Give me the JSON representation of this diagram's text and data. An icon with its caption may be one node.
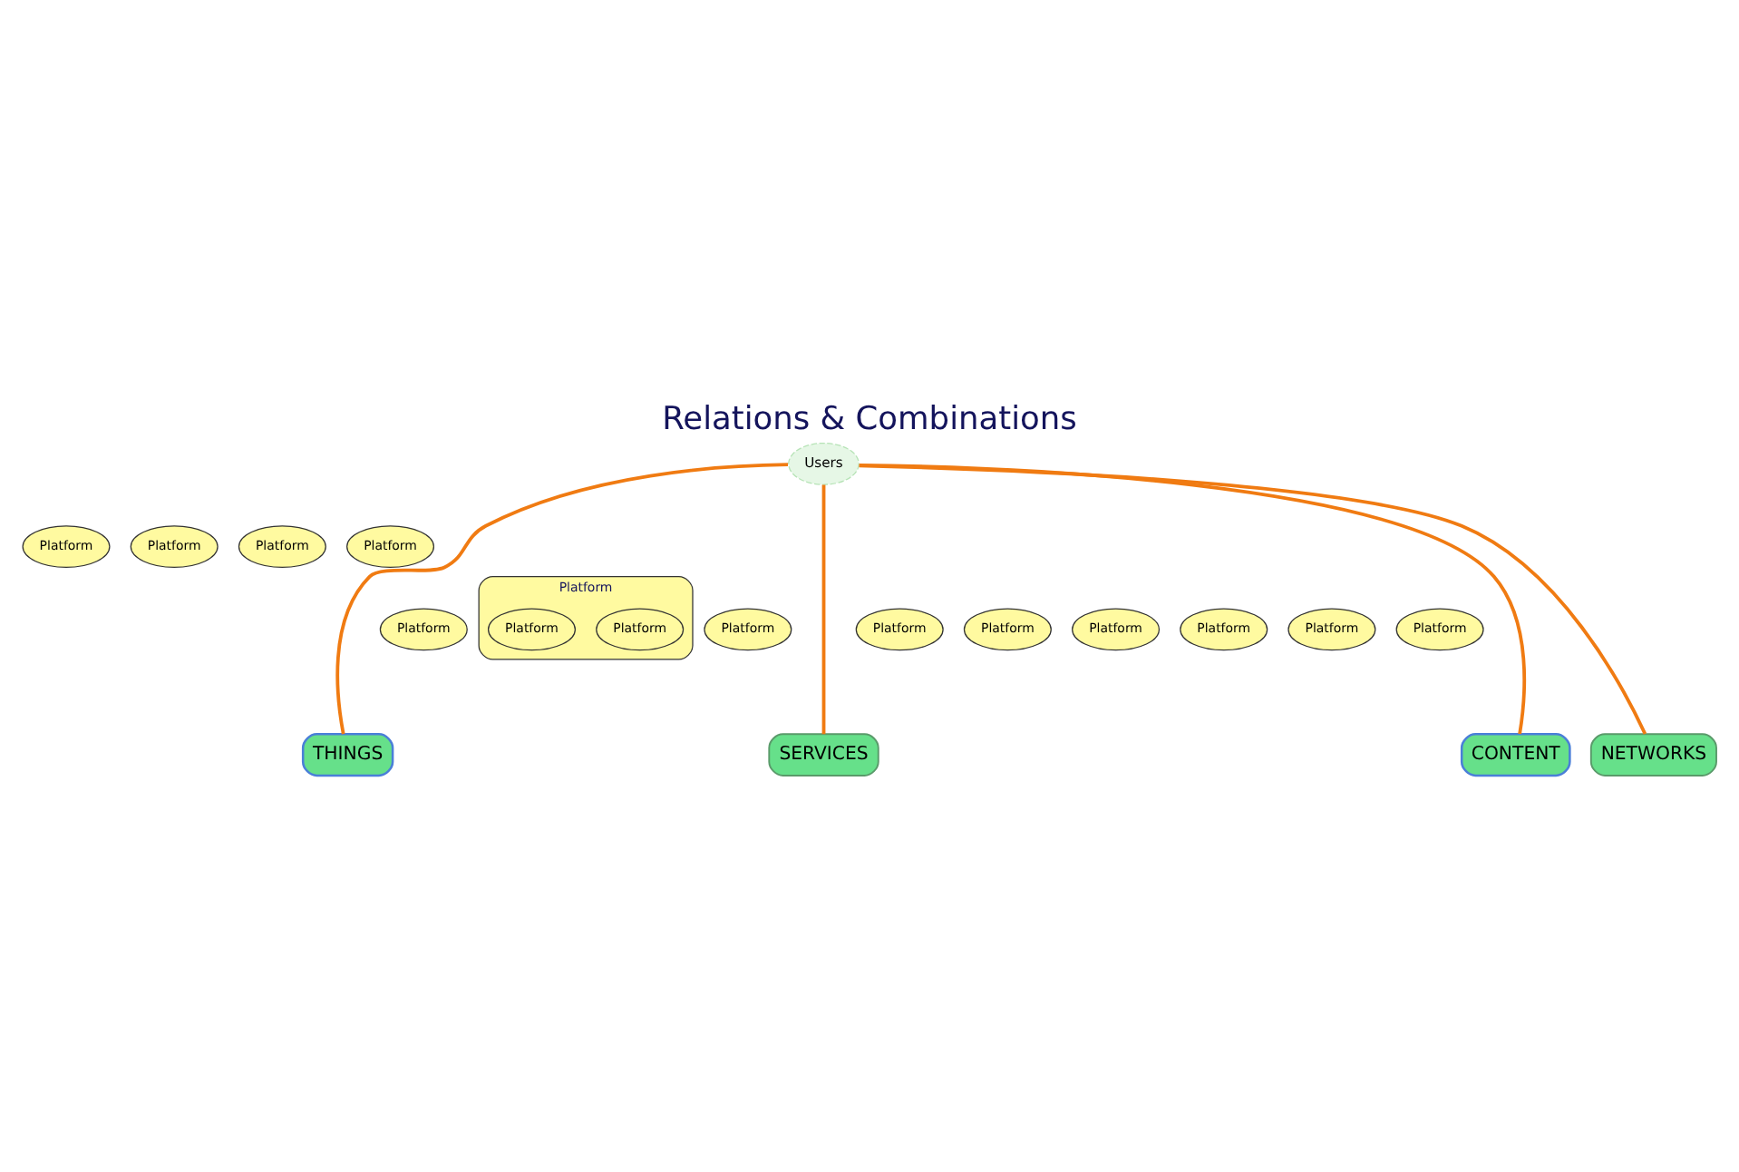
{
  "diagram": {
    "title": "Relations & Combinations",
    "nodes": [
      {
        "text": [
          "Users"
        ]
      },
      {
        "text": [
          "Platform"
        ]
      },
      {
        "text": [
          "Platform"
        ]
      },
      {
        "text": [
          "Platform"
        ]
      },
      {
        "text": [
          "Platform"
        ]
      },
      {
        "text": [
          "THINGS"
        ]
      },
      {
        "text": [
          "Platform"
        ]
      },
      {
        "text": [
          "Platform"
        ]
      },
      {
        "text": [
          "Platform"
        ],
        "in": 7
      },
      {
        "text": [
          "Platform"
        ]
      },
      {
        "text": [
          "SERVICES"
        ]
      },
      {
        "text": [
          "Platform"
        ]
      },
      {
        "text": [
          "Platform"
        ]
      },
      {
        "text": [
          "Platform"
        ],
        "in": 7
      },
      {
        "text": [
          "Platform"
        ]
      },
      {
        "text": [
          "Platform"
        ]
      },
      {
        "text": [
          "Platform"
        ]
      },
      {
        "text": [
          "Platform"
        ]
      },
      {
        "text": [
          "CONTENT"
        ]
      },
      {
        "text": [
          "NETWORKS"
        ]
      }
    ],
    "edges": [
      {
        "from": 0,
        "to": 10,
        "arrow": "none"
      },
      {
        "from": 0,
        "to": 19,
        "arrow": "none"
      },
      {
        "from": 0,
        "to": 5,
        "arrow": "none"
      },
      {
        "from": 0,
        "to": 18,
        "arrow": "none"
      }
    ]
  }
}
